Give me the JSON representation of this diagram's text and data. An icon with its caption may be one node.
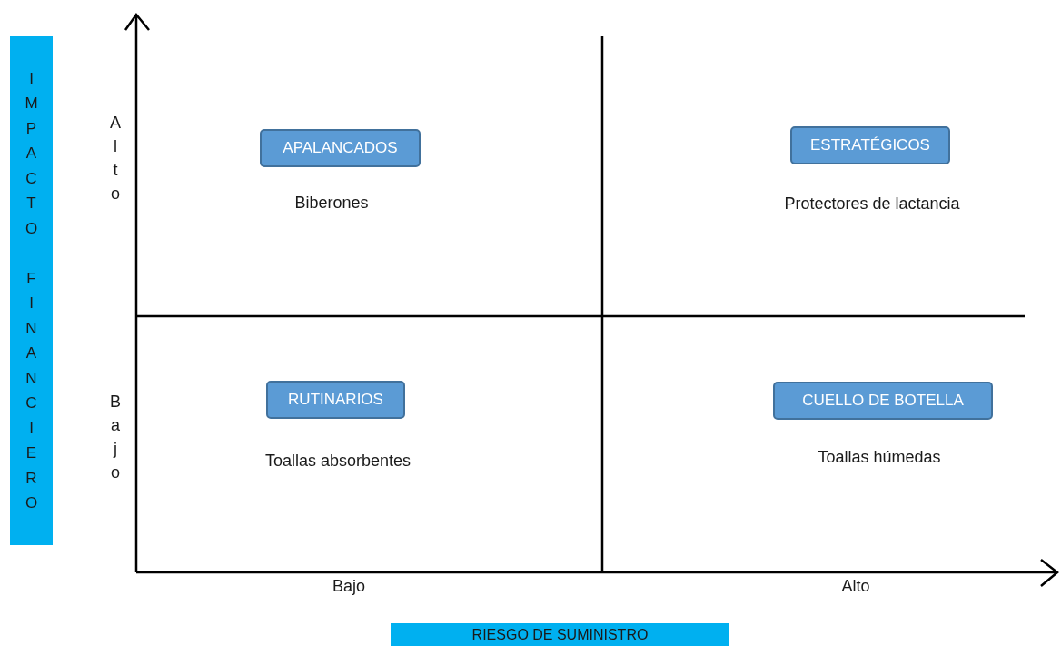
{
  "diagram": {
    "nodes": [
      {
        "text": [
          "IMPACTO FINANCIERO"
        ]
      },
      {
        "text": [
          "APALANCADOS"
        ],
        "beside": [
          "Biberones"
        ]
      },
      {
        "text": [
          "ESTRATÉGICOS"
        ],
        "beside": [
          "Protectores de lactancia"
        ]
      },
      {
        "text": [
          "RUTINARIOS"
        ],
        "beside": [
          "Toallas absorbentes"
        ]
      },
      {
        "text": [
          "CUELLO DE BOTELLA"
        ],
        "beside": [
          "Toallas húmedas"
        ]
      },
      {
        "text": [
          "RIESGO DE SUMINISTRO"
        ]
      }
    ],
    "labels": [
      "Alto",
      "Bajo",
      "Bajo",
      "Alto"
    ]
  }
}
